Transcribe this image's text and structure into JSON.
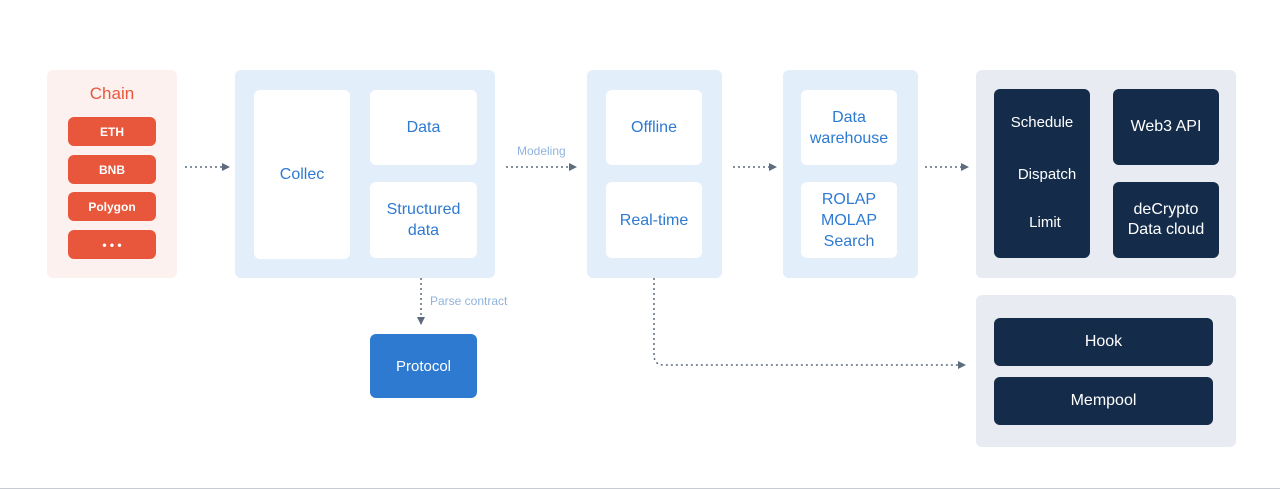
{
  "chain": {
    "title": "Chain",
    "items": [
      "ETH",
      "BNB",
      "Polygon",
      "• • •"
    ]
  },
  "collect": {
    "collec": "Collec",
    "data": "Data",
    "structured": "Structured\ndata"
  },
  "labels": {
    "modeling": "Modeling",
    "parse_contract": "Parse contract"
  },
  "protocol": "Protocol",
  "processing": {
    "offline": "Offline",
    "realtime": "Real-time"
  },
  "storage": {
    "warehouse": "Data\nwarehouse",
    "olap": "ROLAP\nMOLAP\nSearch"
  },
  "services": {
    "schedule": "Schedule",
    "dispatch": "Dispatch",
    "limit": "Limit",
    "web3_api": "Web3 API",
    "decrypto": "deCrypto\nData cloud"
  },
  "realtime_services": {
    "hook": "Hook",
    "mempool": "Mempool"
  },
  "colors": {
    "accent_orange": "#e8573c",
    "accent_blue": "#2e7ad1",
    "navy": "#142c4a",
    "panel_blue": "#e3eefb",
    "panel_gray": "#e8ebf1"
  }
}
